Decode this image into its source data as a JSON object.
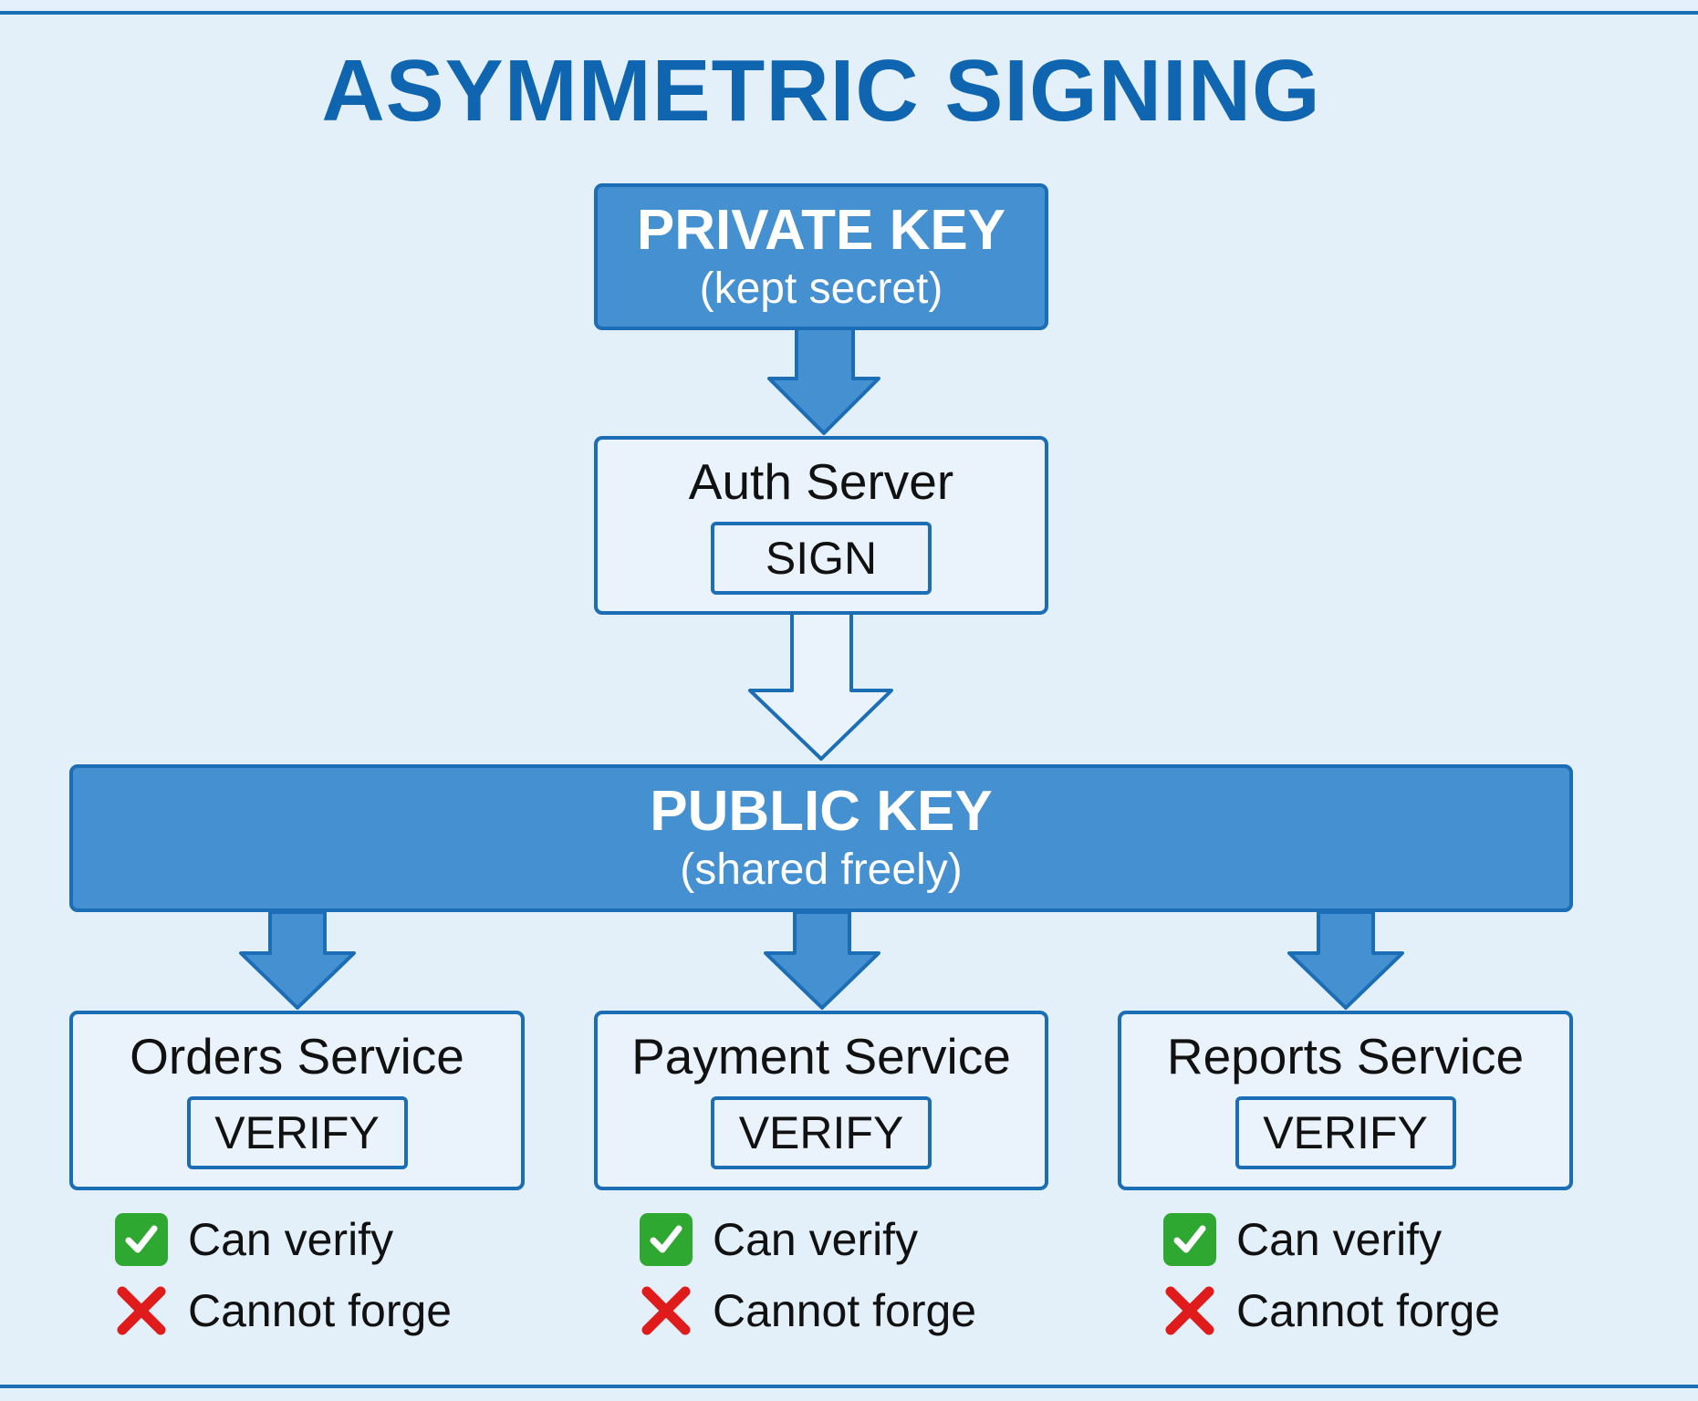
{
  "title": "ASYMMETRIC SIGNING",
  "private_key": {
    "title": "PRIVATE KEY",
    "subtitle": "(kept secret)"
  },
  "auth_server": {
    "name": "Auth Server",
    "action": "SIGN"
  },
  "public_key": {
    "title": "PUBLIC KEY",
    "subtitle": "(shared freely)"
  },
  "services": [
    {
      "name": "Orders Service",
      "action": "VERIFY",
      "can": "Can verify",
      "cannot": "Cannot forge"
    },
    {
      "name": "Payment Service",
      "action": "VERIFY",
      "can": "Can verify",
      "cannot": "Cannot forge"
    },
    {
      "name": "Reports Service",
      "action": "VERIFY",
      "can": "Can verify",
      "cannot": "Cannot forge"
    }
  ],
  "icons": {
    "can": "check-mark-icon",
    "cannot": "cross-mark-icon"
  },
  "colors": {
    "accent": "#1b6db5",
    "key_fill": "#4490d1",
    "title": "#0f65b0",
    "background": "#e4f0f9",
    "check": "#2fa832",
    "cross": "#e01b1b"
  }
}
